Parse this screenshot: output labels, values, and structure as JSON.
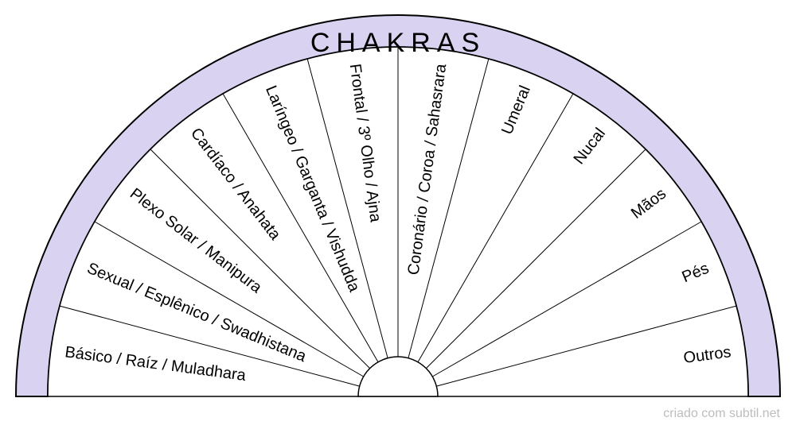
{
  "title": "CHAKRAS",
  "credit": "criado com subtil.net",
  "colors": {
    "ring": "#d9d2f0",
    "stroke": "#000000",
    "background": "#ffffff"
  },
  "sectors": [
    "Básico / Raíz / Muladhara",
    "Sexual / Esplênico / Swadhistana",
    "Plexo Solar / Manipura",
    "Cardíaco / Anahata",
    "Laríngeo / Garganta / Vishudda",
    "Frontal / 3º Olho / Ajna",
    "Coronário / Coroa / Sahasrara",
    "Umeral",
    "Nucal",
    "Mãos",
    "Pés",
    "Outros"
  ]
}
